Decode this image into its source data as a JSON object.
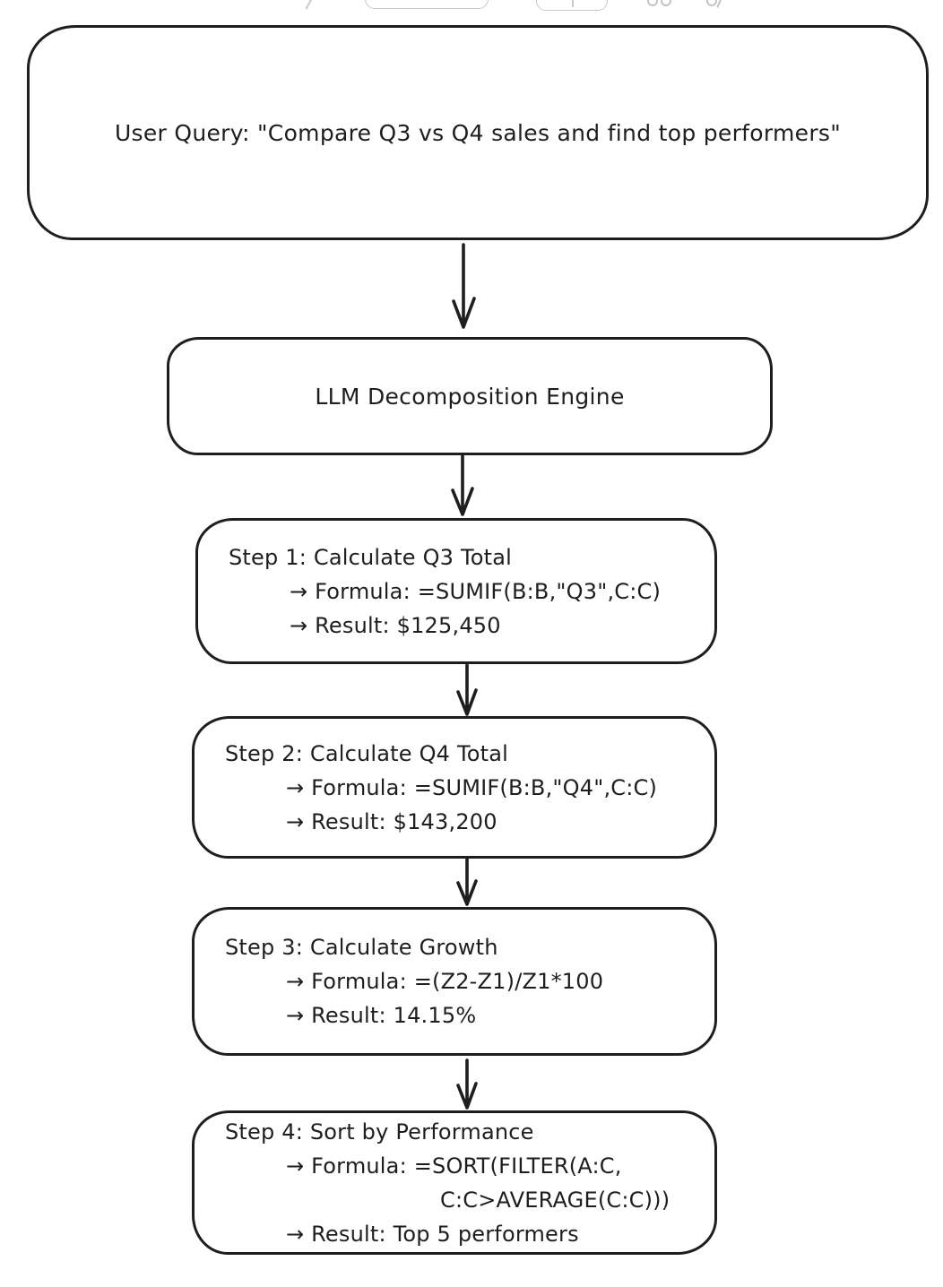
{
  "colors": {
    "stroke": "#1e1e1e",
    "background": "#ffffff",
    "toolbar_fragment": "#c9c9c9"
  },
  "icons": {
    "top_left_stroke": "pen-stroke-fragment",
    "top_buttons": "toolbar-button-fragment",
    "top_text_remnant": "text-descenders-fragment",
    "connector": "arrow-down"
  },
  "flowchart": {
    "user_query": {
      "label": "User Query: \"Compare Q3 vs Q4 sales and find top performers\""
    },
    "engine": {
      "label": "LLM Decomposition Engine"
    },
    "steps": [
      {
        "title": "Step 1: Calculate Q3 Total",
        "formula": "→ Formula: =SUMIF(B:B,\"Q3\",C:C)",
        "result": "→ Result: $125,450"
      },
      {
        "title": "Step 2: Calculate Q4 Total",
        "formula": "→ Formula: =SUMIF(B:B,\"Q4\",C:C)",
        "result": "→ Result: $143,200"
      },
      {
        "title": "Step 3: Calculate Growth",
        "formula": "→ Formula: =(Z2-Z1)/Z1*100",
        "result": "→ Result: 14.15%"
      },
      {
        "title": "Step 4: Sort by Performance",
        "formula": "→ Formula: =SORT(FILTER(A:C,",
        "formula_cont": "C:C>AVERAGE(C:C)))",
        "result": "→ Result: Top 5 performers"
      }
    ]
  }
}
